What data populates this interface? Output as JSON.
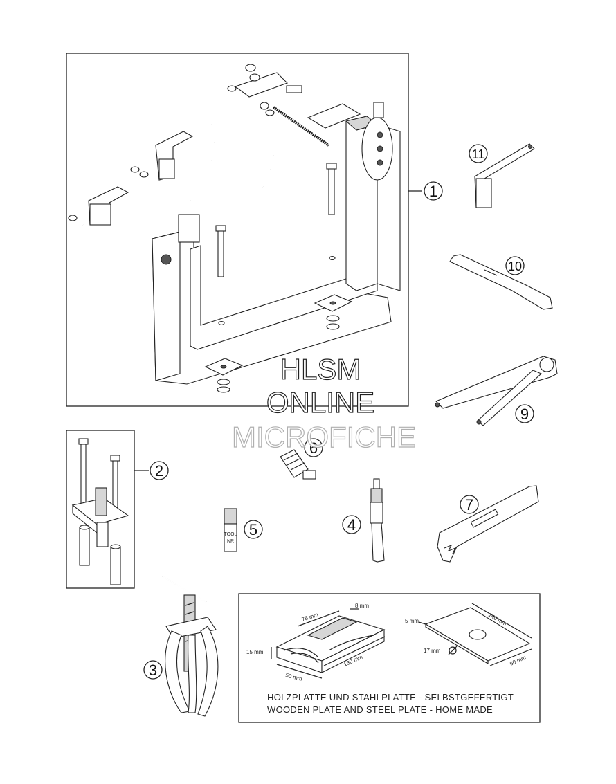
{
  "callouts": [
    "1",
    "2",
    "3",
    "4",
    "5",
    "6",
    "7",
    "9",
    "10",
    "11"
  ],
  "dimensions": {
    "wood_length_top": "75 mm",
    "slot_width": "8 mm",
    "wood_thickness": "15 mm",
    "wood_width": "50 mm",
    "wood_length": "130 mm",
    "plate_thickness": "5 mm",
    "plate_length": "140 mm",
    "hole_diameter": "17 mm",
    "plate_width": "60 mm"
  },
  "caption": {
    "line_de": "HOLZPLATTE UND STAHLPLATTE - SELBSTGEFERTIGT",
    "line_en": "WOODEN PLATE AND STEEL PLATE - HOME MADE"
  },
  "part_stamp": [
    "TOOL",
    "NR"
  ],
  "watermark": [
    "HLSM",
    "ONLINE",
    "MICROFICHE"
  ]
}
